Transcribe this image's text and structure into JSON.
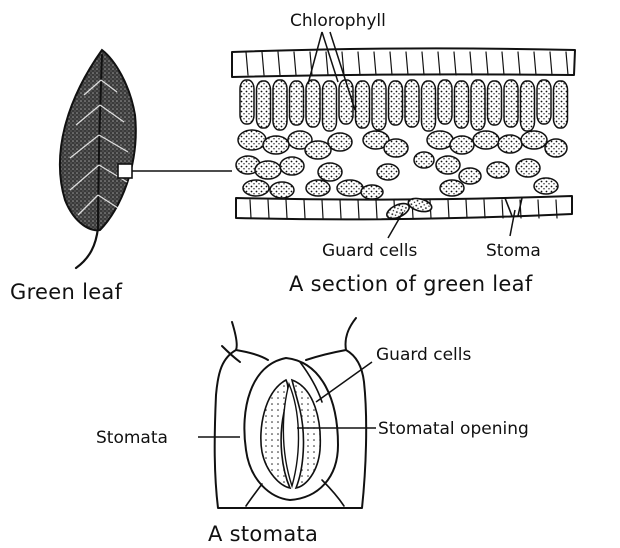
{
  "diagram": {
    "leaf": {
      "caption": "Green leaf"
    },
    "section": {
      "caption": "A section of green leaf",
      "labels": {
        "chlorophyll": "Chlorophyll",
        "guard_cells": "Guard cells",
        "stoma": "Stoma"
      }
    },
    "stomata": {
      "caption": "A stomata",
      "labels": {
        "guard_cells": "Guard cells",
        "stomatal_opening": "Stomatal opening",
        "stomata": "Stomata"
      }
    }
  }
}
